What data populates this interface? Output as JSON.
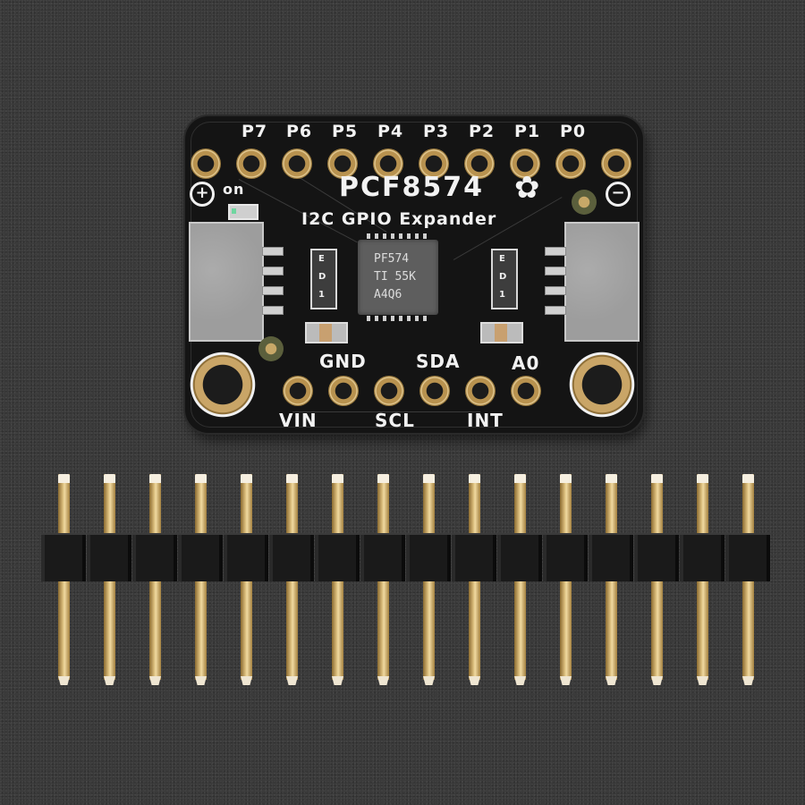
{
  "board": {
    "title": "PCF8574",
    "subtitle": "I2C GPIO Expander",
    "on_label": "on",
    "plus_symbol": "+",
    "minus_symbol": "−",
    "top_pin_labels": [
      "P7",
      "P6",
      "P5",
      "P4",
      "P3",
      "P2",
      "P1",
      "P0"
    ],
    "top_pad_count": 10,
    "bottom_pin_labels_upper": [
      "GND",
      "SDA",
      "A0"
    ],
    "bottom_pin_labels_lower": [
      "VIN",
      "SCL",
      "INT"
    ],
    "bottom_pad_count": 6,
    "chip_marking": [
      "PF574",
      "TI 55K",
      "A4Q6"
    ],
    "resistor_network_marking": [
      "E",
      "D",
      "1"
    ],
    "colors": {
      "pcb": "#141414",
      "silkscreen": "#f2f2f2",
      "gold": "#c9a567",
      "background": "#3a3a3a"
    }
  },
  "header": {
    "pin_count": 16,
    "colors": {
      "pin": "#d9bb7a",
      "plastic": "#1a1a1a"
    }
  }
}
